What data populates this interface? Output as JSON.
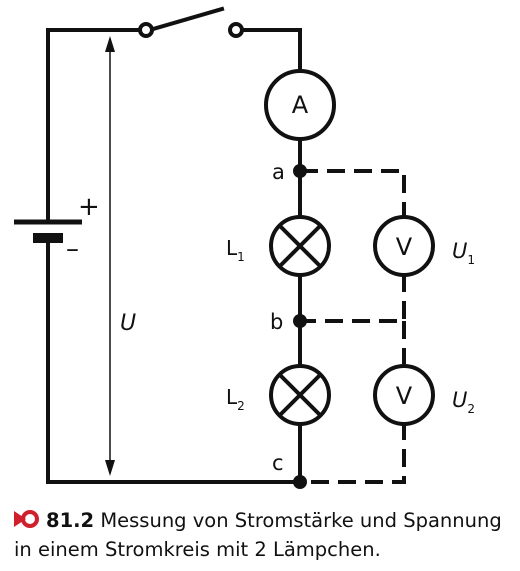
{
  "labels": {
    "ammeter": "A",
    "voltmeter_1": "V",
    "voltmeter_2": "V",
    "node_a": "a",
    "node_b": "b",
    "node_c": "c",
    "lamp_1": "L",
    "lamp_1_sub": "1",
    "lamp_2": "L",
    "lamp_2_sub": "2",
    "voltage_total": "U",
    "voltage_1": "U",
    "voltage_1_sub": "1",
    "voltage_2": "U",
    "voltage_2_sub": "2",
    "plus": "+",
    "minus": "–"
  },
  "colors": {
    "plus": "#d0202e",
    "minus": "#1f5fa8",
    "marker": "#d0202e"
  },
  "caption": {
    "number": "81.2",
    "text": "Messung von Stromstärke und Span­nung in einem Stromkreis mit 2 Lämpchen."
  }
}
